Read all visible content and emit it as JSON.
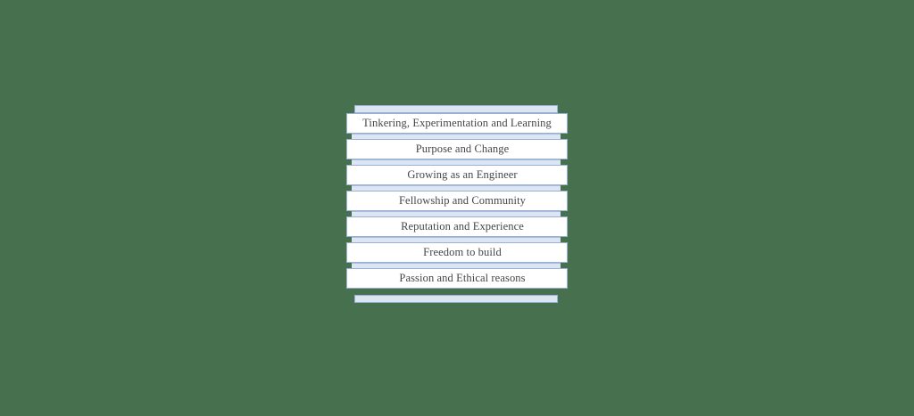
{
  "background": {
    "color": "#46704e"
  },
  "diagram": {
    "type": "stacked-band-list",
    "accent_band_color": "#dce6f2",
    "accent_border_color": "#9ab0d6",
    "row_background": "#ffffff",
    "text_color": "#44464a",
    "rows": [
      {
        "label": "Tinkering, Experimentation and Learning"
      },
      {
        "label": "Purpose and Change"
      },
      {
        "label": "Growing as an Engineer"
      },
      {
        "label": "Fellowship and Community"
      },
      {
        "label": "Reputation and Experience"
      },
      {
        "label": "Freedom to build"
      },
      {
        "label": "Passion and Ethical reasons"
      }
    ]
  }
}
